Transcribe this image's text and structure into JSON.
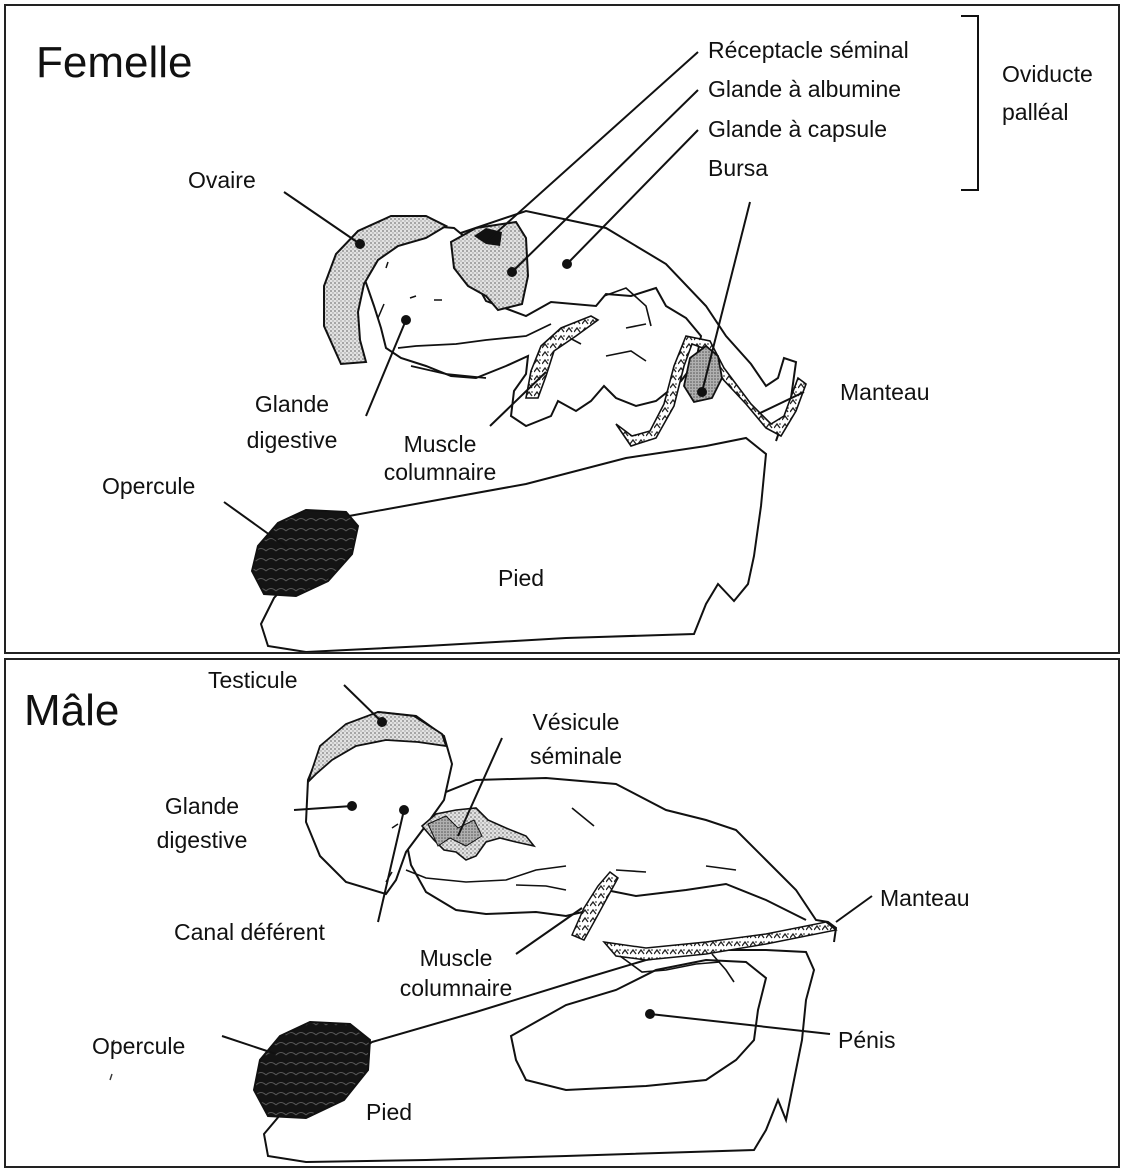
{
  "female": {
    "title": "Femelle",
    "labels": {
      "receptacle": "Réceptacle séminal",
      "albumine": "Glande à albumine",
      "capsule": "Glande à capsule",
      "bursa": "Bursa",
      "oviducte_1": "Oviducte",
      "oviducte_2": "palléal",
      "ovaire": "Ovaire",
      "glande_1": "Glande",
      "glande_2": "digestive",
      "muscle_1": "Muscle",
      "muscle_2": "columnaire",
      "manteau": "Manteau",
      "opercule": "Opercule",
      "pied": "Pied"
    }
  },
  "male": {
    "title": "Mâle",
    "labels": {
      "testicule": "Testicule",
      "vesicule_1": "Vésicule",
      "vesicule_2": "séminale",
      "glande_1": "Glande",
      "glande_2": "digestive",
      "canal": "Canal déférent",
      "muscle_1": "Muscle",
      "muscle_2": "columnaire",
      "manteau": "Manteau",
      "opercule": "Opercule",
      "penis": "Pénis",
      "pied": "Pied"
    }
  },
  "colors": {
    "stroke": "#111111",
    "stipple": "#d6d6d6",
    "bursa_fill": "#a8a8a8",
    "operculum": "#151515"
  }
}
